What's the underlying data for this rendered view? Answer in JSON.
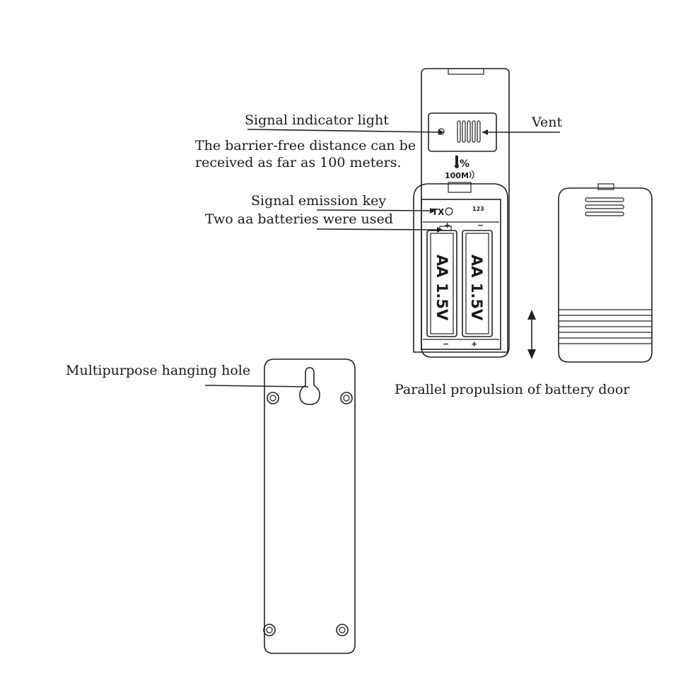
{
  "labels": {
    "signal_indicator": "Signal indicator light",
    "vent": "Vent",
    "distance_line1": "The barrier-free distance can be",
    "distance_line2": "received as far as 100 meters.",
    "signal_emission": "Signal emission key",
    "batteries": "Two aa batteries were used",
    "hanging_hole": "Multipurpose hanging hole",
    "parallel_door": "Parallel propulsion of battery door"
  },
  "device": {
    "range_icon_text": "100M",
    "thermo_symbol": "%",
    "tx_label": "TX",
    "battery_left": "AA 1.5V",
    "battery_right": "AA 1.5V",
    "plus": "+",
    "minus": "−",
    "compartment_code": "123"
  },
  "icons": [
    "thermometer-humidity-icon",
    "wireless-signal-icon",
    "double-arrow-icon"
  ]
}
